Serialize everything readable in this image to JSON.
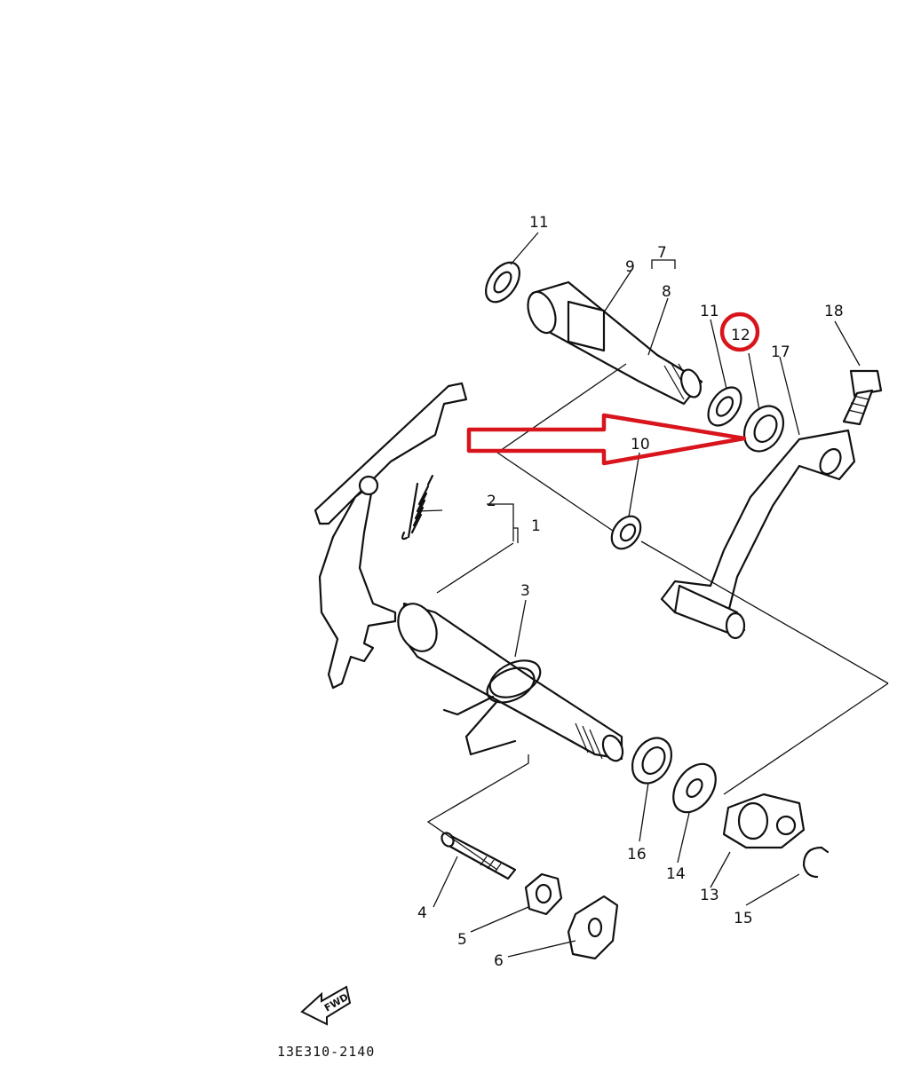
{
  "diagram": {
    "labels": {
      "p1": "1",
      "p2": "2",
      "p3": "3",
      "p4": "4",
      "p5": "5",
      "p6": "6",
      "p7": "7",
      "p8": "8",
      "p9": "9",
      "p10": "10",
      "p11a": "11",
      "p11b": "11",
      "p12": "12",
      "p13": "13",
      "p14": "14",
      "p15": "15",
      "p16": "16",
      "p17": "17",
      "p18": "18"
    },
    "fwd_label": "FWD",
    "drawing_code": "13E310-2140",
    "highlight": {
      "part": "12",
      "color": "#d8141c"
    },
    "line_color": "#111111"
  }
}
